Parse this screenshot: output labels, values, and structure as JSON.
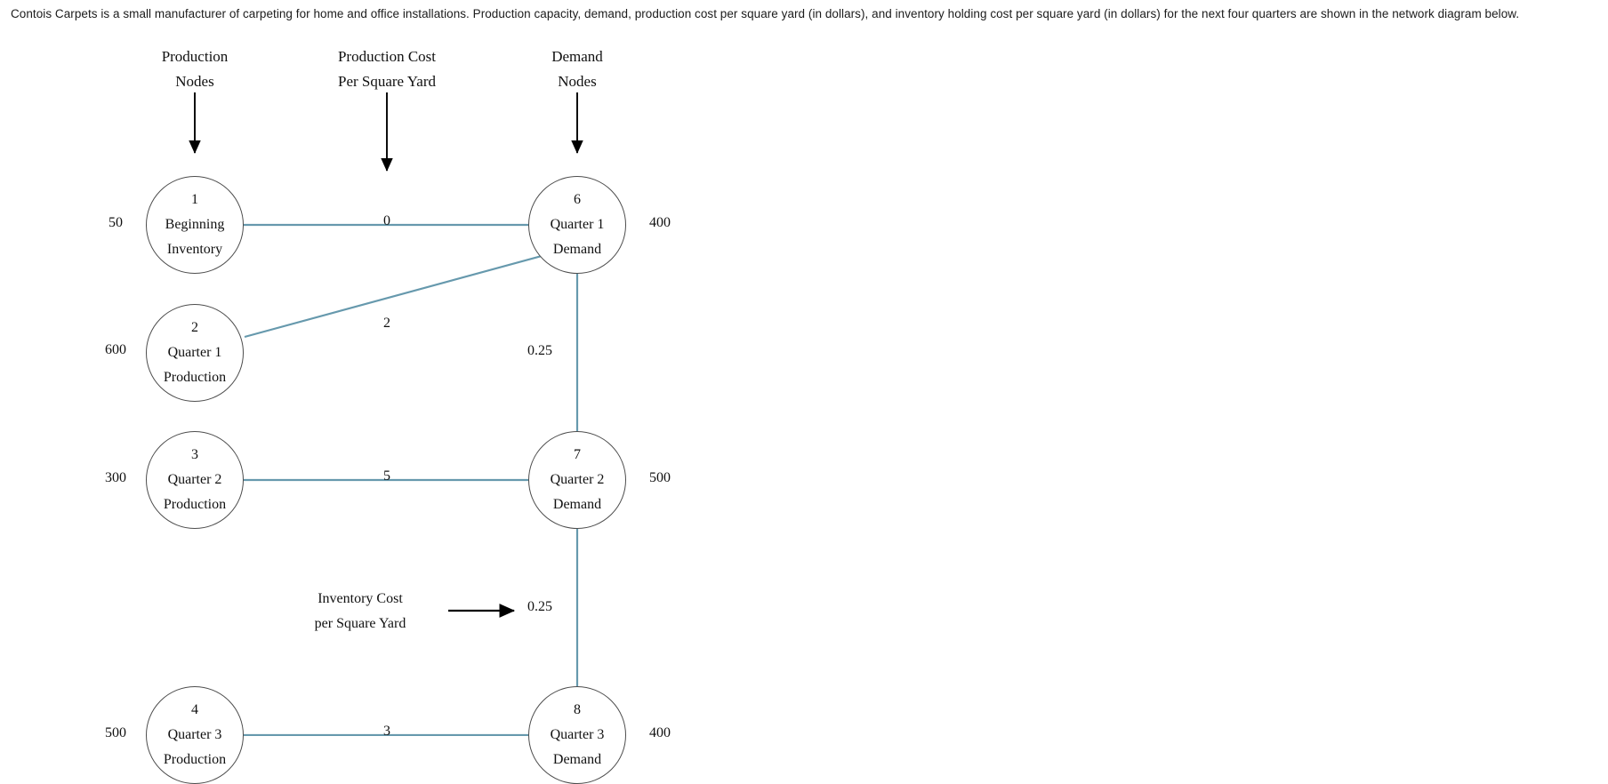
{
  "intro": {
    "text": "Contois Carpets is a small manufacturer of carpeting for home and office installations. Production capacity, demand, production cost per square yard (in dollars), and inventory holding cost per square yard (in dollars) for the next four quarters are shown in the network diagram below."
  },
  "headers": {
    "production_nodes": "Production\nNodes",
    "production_cost": "Production Cost\nPer Square Yard",
    "demand_nodes": "Demand\nNodes"
  },
  "annotation": {
    "inventory_cost": "Inventory Cost\nper Square Yard",
    "inventory_cost_value": "0.25"
  },
  "colors": {
    "edge": "#6699ad",
    "node_stroke": "#4d4d4d",
    "arrow": "#000000",
    "text": "#111111",
    "background": "#ffffff"
  },
  "chart_data": {
    "type": "diagram",
    "title": "Contois Carpets production / inventory network",
    "supply_nodes": [
      {
        "id": "1",
        "line1": "1",
        "line2": "Beginning",
        "line3": "Inventory",
        "supply": "50"
      },
      {
        "id": "2",
        "line1": "2",
        "line2": "Quarter 1",
        "line3": "Production",
        "supply": "600"
      },
      {
        "id": "3",
        "line1": "3",
        "line2": "Quarter 2",
        "line3": "Production",
        "supply": "300"
      },
      {
        "id": "4",
        "line1": "4",
        "line2": "Quarter 3",
        "line3": "Production",
        "supply": "500"
      }
    ],
    "demand_nodes": [
      {
        "id": "6",
        "line1": "6",
        "line2": "Quarter 1",
        "line3": "Demand",
        "demand": "400"
      },
      {
        "id": "7",
        "line1": "7",
        "line2": "Quarter 2",
        "line3": "Demand",
        "demand": "500"
      },
      {
        "id": "8",
        "line1": "8",
        "line2": "Quarter 3",
        "line3": "Demand",
        "demand": "400"
      }
    ],
    "production_edges": [
      {
        "from": "1",
        "to": "6",
        "cost": "0"
      },
      {
        "from": "2",
        "to": "6",
        "cost": "2"
      },
      {
        "from": "3",
        "to": "7",
        "cost": "5"
      },
      {
        "from": "4",
        "to": "8",
        "cost": "3"
      }
    ],
    "inventory_edges": [
      {
        "from": "6",
        "to": "7",
        "cost": "0.25"
      },
      {
        "from": "7",
        "to": "8",
        "cost": "0.25"
      }
    ]
  }
}
